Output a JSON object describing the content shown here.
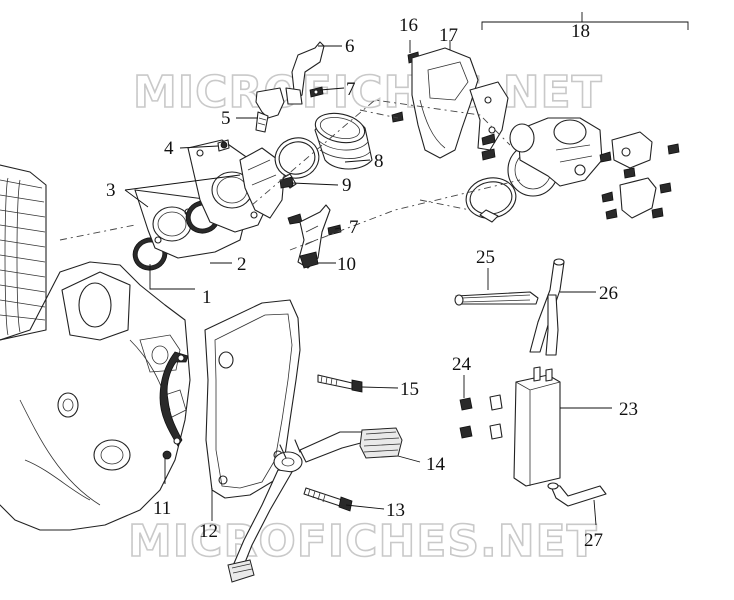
{
  "watermark": {
    "top": "MICROFICHES.NET",
    "bottom": "MICROFICHES.NET"
  },
  "callouts": [
    {
      "id": "c1",
      "label": "1"
    },
    {
      "id": "c2",
      "label": "2"
    },
    {
      "id": "c3",
      "label": "3"
    },
    {
      "id": "c4",
      "label": "4"
    },
    {
      "id": "c5",
      "label": "5"
    },
    {
      "id": "c6",
      "label": "6"
    },
    {
      "id": "c7a",
      "label": "7"
    },
    {
      "id": "c7b",
      "label": "7"
    },
    {
      "id": "c8",
      "label": "8"
    },
    {
      "id": "c9",
      "label": "9"
    },
    {
      "id": "c10",
      "label": "10"
    },
    {
      "id": "c11",
      "label": "11"
    },
    {
      "id": "c12",
      "label": "12"
    },
    {
      "id": "c13",
      "label": "13"
    },
    {
      "id": "c14",
      "label": "14"
    },
    {
      "id": "c15",
      "label": "15"
    },
    {
      "id": "c16",
      "label": "16"
    },
    {
      "id": "c17",
      "label": "17"
    },
    {
      "id": "c18",
      "label": "18"
    },
    {
      "id": "c23",
      "label": "23"
    },
    {
      "id": "c24",
      "label": "24"
    },
    {
      "id": "c25",
      "label": "25"
    },
    {
      "id": "c26",
      "label": "26"
    },
    {
      "id": "c27",
      "label": "27"
    }
  ]
}
